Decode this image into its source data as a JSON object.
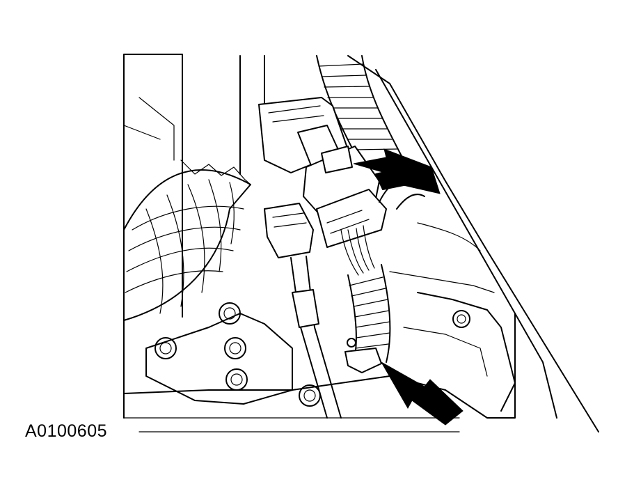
{
  "figure": {
    "id": "A0100605"
  },
  "colors": {
    "ink": "#000000",
    "paper": "#ffffff"
  },
  "callouts": [
    {
      "name": "connector-arrow",
      "target": "electrical-connector"
    },
    {
      "name": "clip-arrow",
      "target": "harness-retaining-clip"
    }
  ]
}
